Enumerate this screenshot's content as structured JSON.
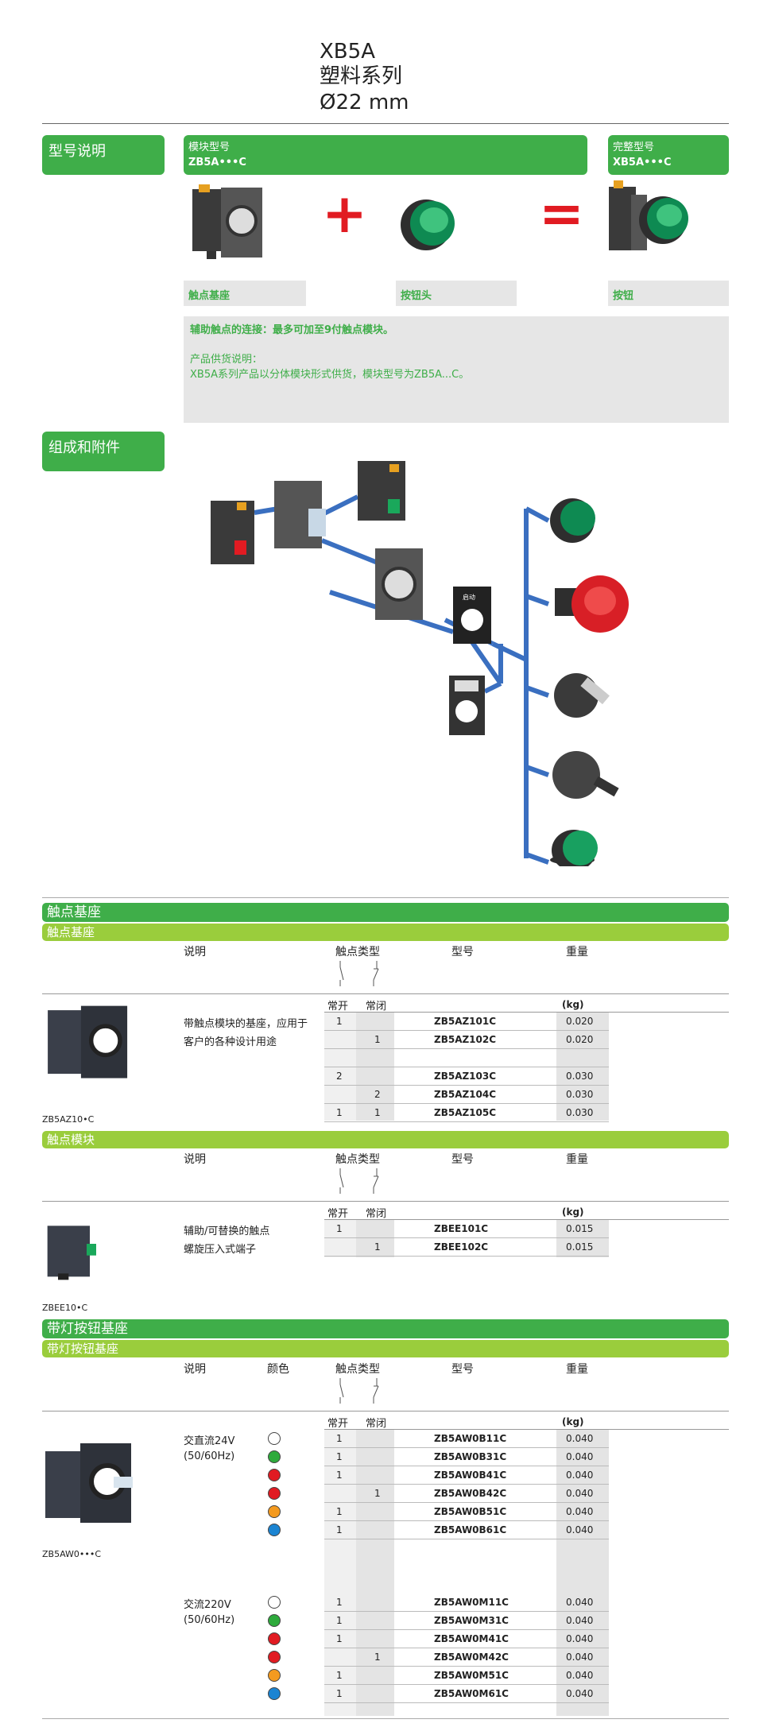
{
  "header": {
    "model": "XB5A",
    "series": "塑料系列",
    "size": "Ø22 mm"
  },
  "model_explanation": {
    "tab": "型号说明",
    "module_box": {
      "title": "模块型号",
      "code": "ZB5A•••C"
    },
    "full_box": {
      "title": "完整型号",
      "code": "XB5A•••C"
    },
    "plus": "+",
    "equals": "=",
    "captions": [
      "触点基座",
      "按钮头",
      "按钮"
    ],
    "notes": {
      "line1": "辅助触点的连接：最多可加至9付触点模块。",
      "line2": "产品供货说明：",
      "line3": "XB5A系列产品以分体模块形式供货，模块型号为ZB5A...C。"
    }
  },
  "composition": {
    "tab": "组成和附件",
    "plate_text": "启动"
  },
  "headers": {
    "desc": "说明",
    "color": "颜色",
    "contact_type": "触点类型",
    "model": "型号",
    "weight": "重量",
    "no": "常开",
    "nc": "常闭",
    "unit": "(kg)"
  },
  "contact_base": {
    "bar": "触点基座",
    "subbar": "触点基座",
    "desc_line1": "带触点模块的基座，应用于",
    "desc_line2": "客户的各种设计用途",
    "photo_label": "ZB5AZ10•C",
    "rows": [
      {
        "no": "1",
        "nc": "",
        "model": "ZB5AZ101C",
        "weight": "0.020"
      },
      {
        "no": "",
        "nc": "1",
        "model": "ZB5AZ102C",
        "weight": "0.020"
      },
      {
        "no": "",
        "nc": "",
        "model": "",
        "weight": ""
      },
      {
        "no": "2",
        "nc": "",
        "model": "ZB5AZ103C",
        "weight": "0.030"
      },
      {
        "no": "",
        "nc": "2",
        "model": "ZB5AZ104C",
        "weight": "0.030"
      },
      {
        "no": "1",
        "nc": "1",
        "model": "ZB5AZ105C",
        "weight": "0.030"
      }
    ]
  },
  "contact_module": {
    "subbar": "触点模块",
    "desc_line1": "辅助/可替换的触点",
    "desc_line2": "螺旋压入式端子",
    "photo_label": "ZBEE10•C",
    "rows": [
      {
        "no": "1",
        "nc": "",
        "model": "ZBEE101C",
        "weight": "0.015"
      },
      {
        "no": "",
        "nc": "1",
        "model": "ZBEE102C",
        "weight": "0.015"
      }
    ]
  },
  "lit_base": {
    "bar": "带灯按钮基座",
    "subbar": "带灯按钮基座",
    "photo_label": "ZB5AW0•••C",
    "groups": [
      {
        "desc_line1": "交直流24V",
        "desc_line2": "(50/60Hz)",
        "rows": [
          {
            "color": "#ffffff",
            "no": "1",
            "nc": "",
            "model": "ZB5AW0B11C",
            "weight": "0.040"
          },
          {
            "color": "#2eaa3c",
            "no": "1",
            "nc": "",
            "model": "ZB5AW0B31C",
            "weight": "0.040"
          },
          {
            "color": "#e11b22",
            "no": "1",
            "nc": "",
            "model": "ZB5AW0B41C",
            "weight": "0.040"
          },
          {
            "color": "#e11b22",
            "no": "",
            "nc": "1",
            "model": "ZB5AW0B42C",
            "weight": "0.040"
          },
          {
            "color": "#f49a1f",
            "no": "1",
            "nc": "",
            "model": "ZB5AW0B51C",
            "weight": "0.040"
          },
          {
            "color": "#1b84d2",
            "no": "1",
            "nc": "",
            "model": "ZB5AW0B61C",
            "weight": "0.040"
          }
        ]
      },
      {
        "desc_line1": "交流220V",
        "desc_line2": "(50/60Hz)",
        "rows": [
          {
            "color": "#ffffff",
            "no": "1",
            "nc": "",
            "model": "ZB5AW0M11C",
            "weight": "0.040"
          },
          {
            "color": "#2eaa3c",
            "no": "1",
            "nc": "",
            "model": "ZB5AW0M31C",
            "weight": "0.040"
          },
          {
            "color": "#e11b22",
            "no": "1",
            "nc": "",
            "model": "ZB5AW0M41C",
            "weight": "0.040"
          },
          {
            "color": "#e11b22",
            "no": "",
            "nc": "1",
            "model": "ZB5AW0M42C",
            "weight": "0.040"
          },
          {
            "color": "#f49a1f",
            "no": "1",
            "nc": "",
            "model": "ZB5AW0M51C",
            "weight": "0.040"
          },
          {
            "color": "#1b84d2",
            "no": "1",
            "nc": "",
            "model": "ZB5AW0M61C",
            "weight": "0.040"
          }
        ]
      }
    ]
  }
}
